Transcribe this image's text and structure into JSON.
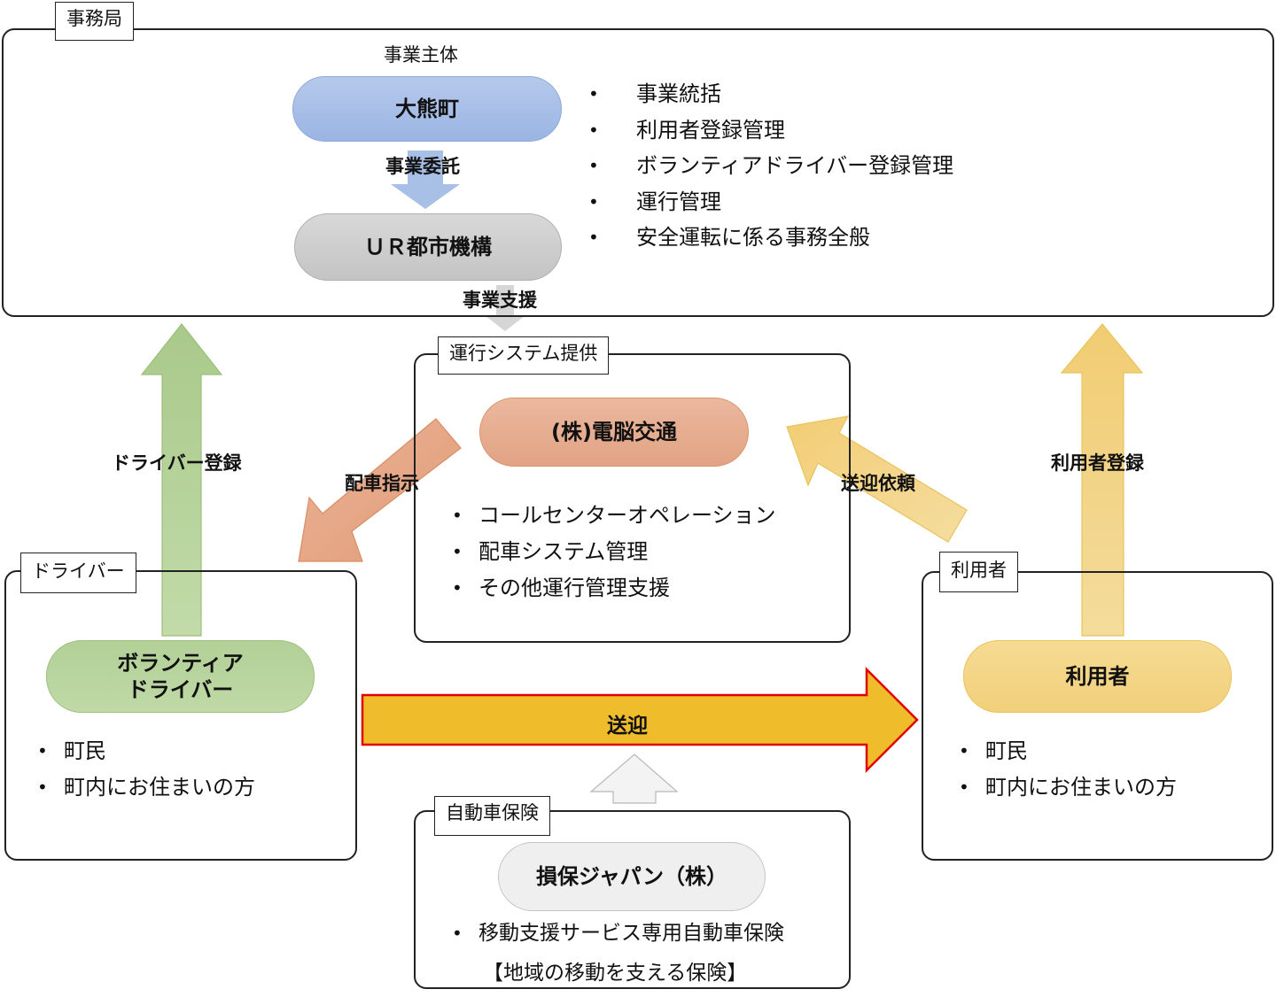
{
  "secretariat": {
    "tag": "事務局",
    "subtitle": "事業主体",
    "town": "大熊町",
    "delegation_label": "事業委託",
    "ur": "ＵＲ都市機構",
    "support_label": "事業支援",
    "duties": [
      "事業統括",
      "利用者登録管理",
      "ボランティアドライバー登録管理",
      "運行管理",
      "安全運転に係る事務全般"
    ]
  },
  "operation": {
    "tag": "運行システム提供",
    "company": "(株)電脳交通",
    "items": [
      "コールセンターオペレーション",
      "配車システム管理",
      "その他運行管理支援"
    ]
  },
  "driver": {
    "tag": "ドライバー",
    "pill_line1": "ボランティア",
    "pill_line2": "ドライバー",
    "items": [
      "町民",
      "町内にお住まいの方"
    ]
  },
  "user": {
    "tag": "利用者",
    "pill": "利用者",
    "items": [
      "町民",
      "町内にお住まいの方"
    ]
  },
  "insurance": {
    "tag": "自動車保険",
    "company": "損保ジャパン（株）",
    "items": [
      "移動支援サービス専用自動車保険"
    ],
    "note": "【地域の移動を支える保険】"
  },
  "arrows": {
    "driver_registration": "ドライバー登録",
    "user_registration": "利用者登録",
    "dispatch": "配車指示",
    "pickup_request": "送迎依頼",
    "transport": "送迎"
  },
  "colors": {
    "town": "#a4bde6",
    "ur": "#cfcfcf",
    "company": "#e8ad8e",
    "driver": "#b3d09a",
    "user": "#f2d48a",
    "transport_fill": "#efbd2c",
    "transport_stroke": "#e00000",
    "insurance": "#efefef"
  }
}
